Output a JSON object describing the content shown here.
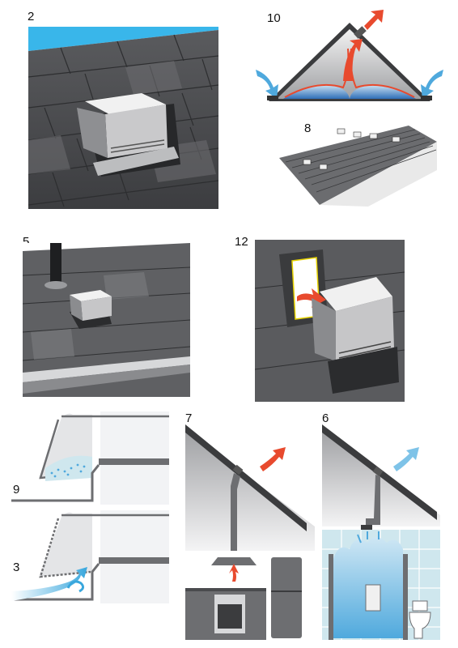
{
  "panels": {
    "p2": {
      "number": "2"
    },
    "p10": {
      "number": "10"
    },
    "p8": {
      "number": "8"
    },
    "p5": {
      "number": "5"
    },
    "p12": {
      "number": "12"
    },
    "p9": {
      "number": "9"
    },
    "p3": {
      "number": "3"
    },
    "p7": {
      "number": "7"
    },
    "p6": {
      "number": "6"
    }
  },
  "colors": {
    "sky": "#39b6ea",
    "roof_dark": "#4a4b4e",
    "roof_mid": "#6d6e71",
    "hot_arrow": "#e84a2e",
    "cool_arrow": "#4fa9dd",
    "tile": "#cfe7ee"
  }
}
